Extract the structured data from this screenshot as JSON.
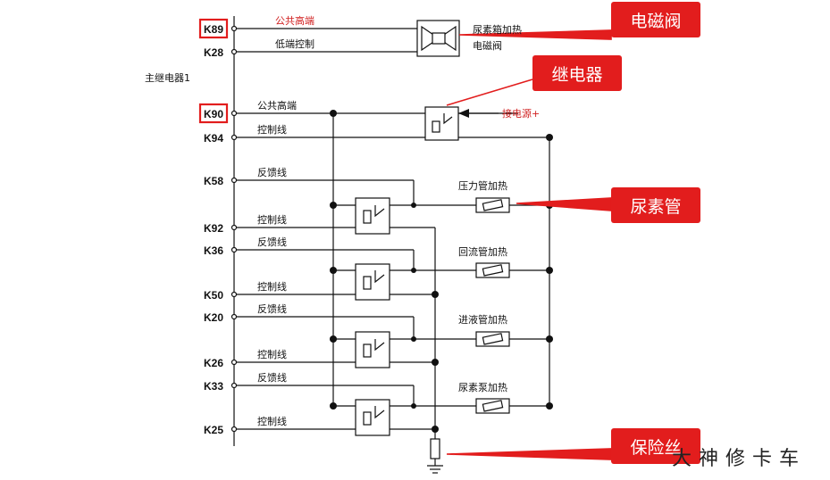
{
  "relay_group_label": "主继电器1",
  "pins": {
    "k89": "K89",
    "k28": "K28",
    "k90": "K90",
    "k94": "K94",
    "k58": "K58",
    "k92": "K92",
    "k36": "K36",
    "k50": "K50",
    "k20": "K20",
    "k26": "K26",
    "k33": "K33",
    "k25": "K25"
  },
  "wire_labels": {
    "k89": "公共高端",
    "k28": "低端控制",
    "k90": "公共高端",
    "k94": "控制线",
    "k58": "反馈线",
    "k92": "控制线",
    "k36": "反馈线",
    "k50": "控制线",
    "k20": "反馈线",
    "k26": "控制线",
    "k33": "反馈线",
    "k25": "控制线"
  },
  "components": {
    "tank_valve": "尿素箱加热\n电磁阀",
    "power_in": "接电源+",
    "heater_pressure": "压力管加热",
    "heater_return": "回流管加热",
    "heater_inlet": "进液管加热",
    "heater_pump": "尿素泵加热"
  },
  "callouts": {
    "solenoid": "电磁阀",
    "relay": "继电器",
    "urea_pipe": "尿素管",
    "fuse": "保险丝"
  },
  "watermark": "大神修卡车",
  "colors": {
    "callout_red": "#e21d1d",
    "highlight_red": "#d02020",
    "wire": "#111111"
  }
}
